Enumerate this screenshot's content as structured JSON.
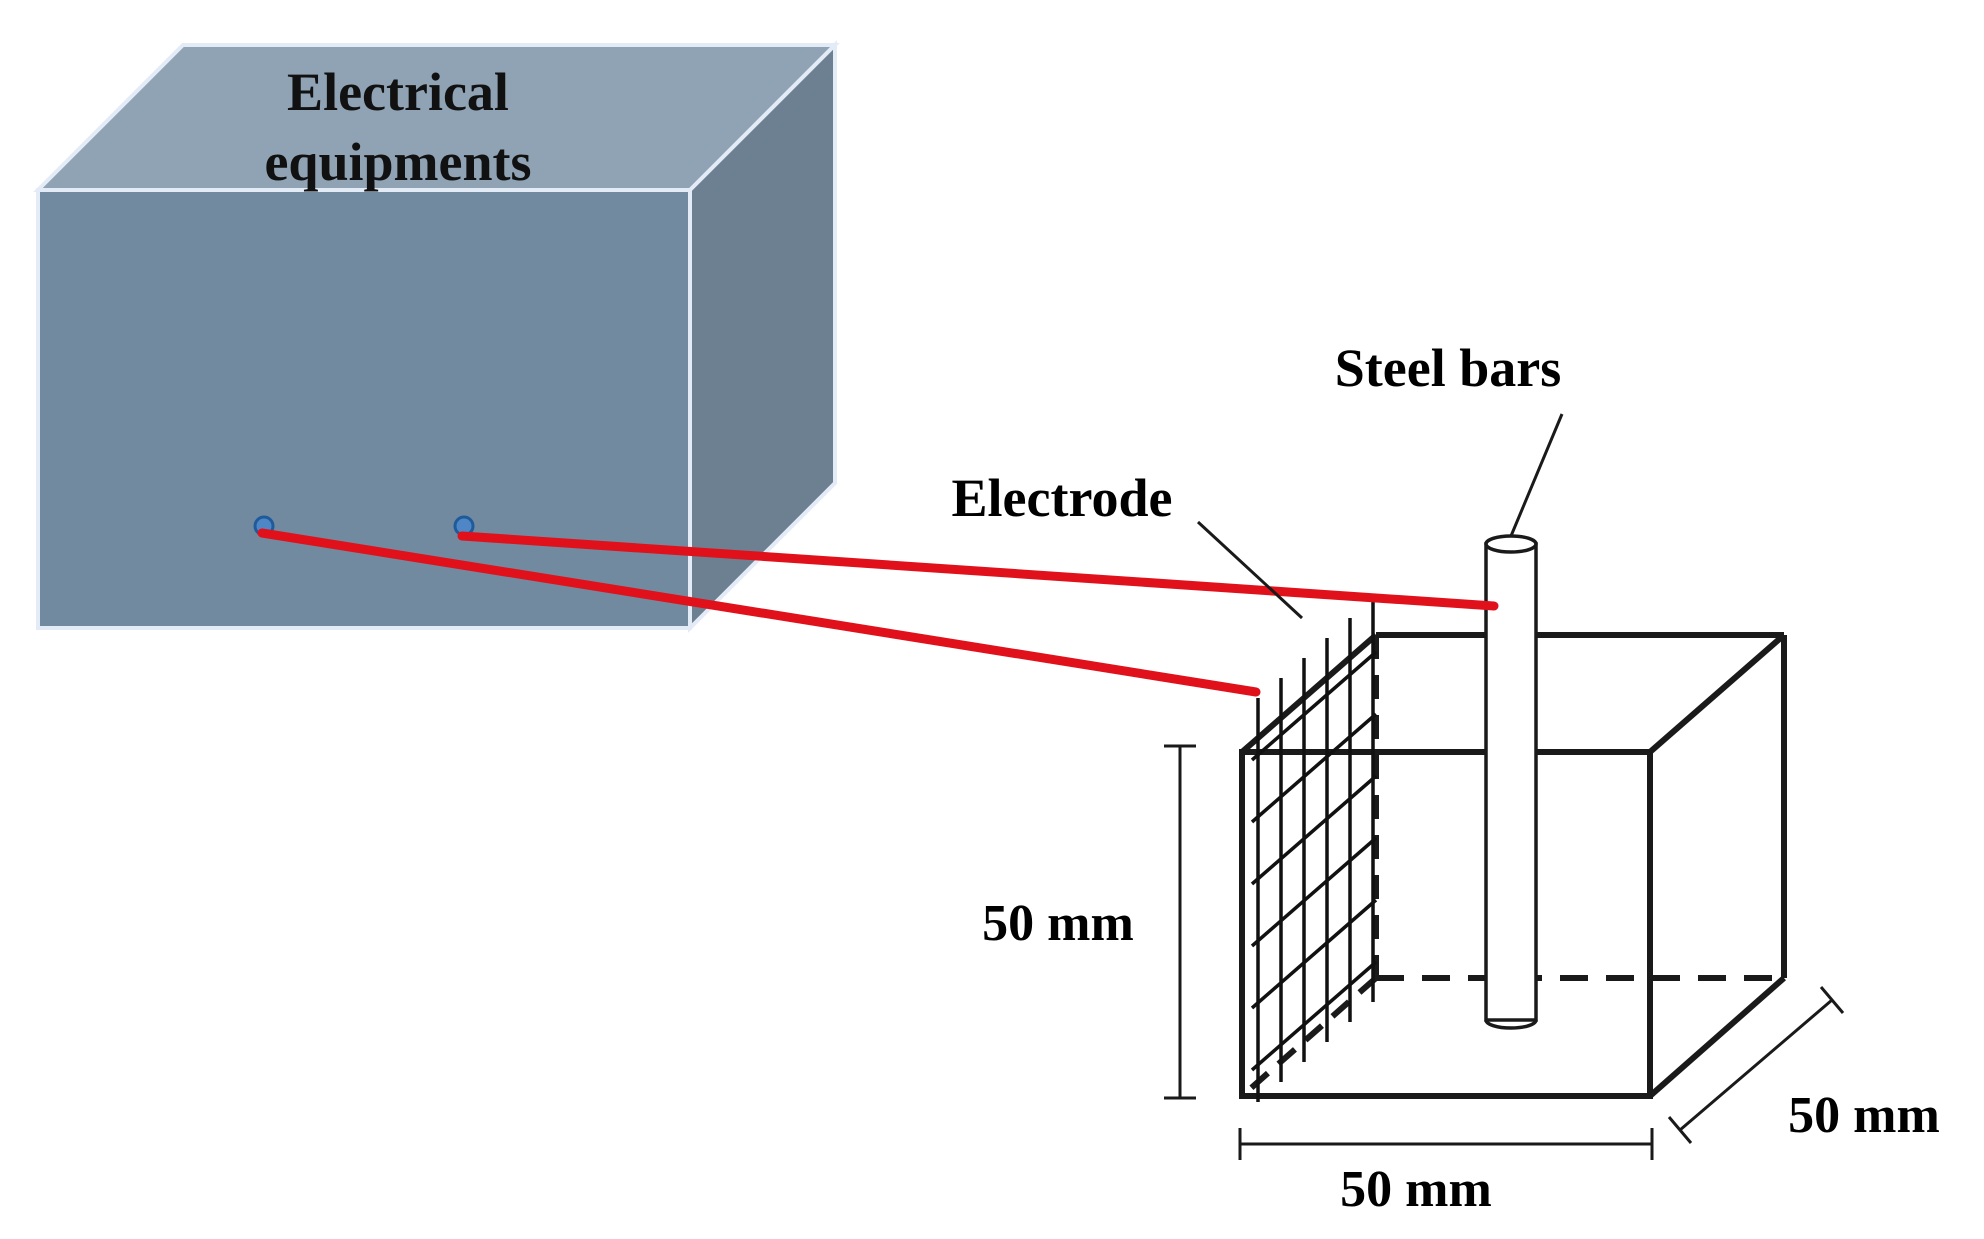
{
  "equipment": {
    "label_line1": "Electrical",
    "label_line2": "equipments"
  },
  "labels": {
    "steel_bars": "Steel bars",
    "electrode": "Electrode"
  },
  "dimensions": {
    "height": "50 mm",
    "width": "50 mm",
    "depth": "50 mm"
  },
  "colors": {
    "box_front": "#718aa0",
    "box_top": "#8fa3b4",
    "box_side": "#6d8091",
    "box_edge": "#e3ecf6",
    "wire": "#e0111b",
    "terminal": "#2f6fb5"
  }
}
